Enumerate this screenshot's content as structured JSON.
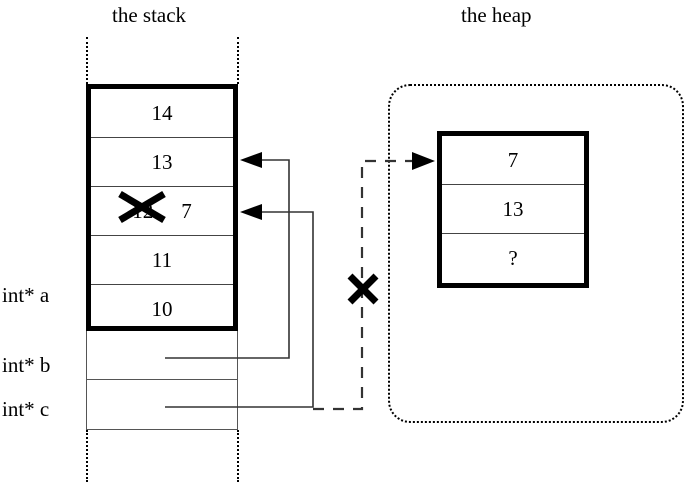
{
  "titles": {
    "stack": "the stack",
    "heap": "the heap"
  },
  "stack": {
    "cells": [
      {
        "value": "14",
        "struck": false
      },
      {
        "value": "13",
        "struck": false
      },
      {
        "value": "12",
        "struck": true,
        "new_value": "7"
      },
      {
        "value": "11",
        "struck": false
      },
      {
        "value": "10",
        "struck": false
      }
    ],
    "pointer_labels": [
      {
        "name": "int* a"
      },
      {
        "name": "int* b"
      },
      {
        "name": "int* c"
      }
    ]
  },
  "heap": {
    "cells": [
      {
        "value": "7"
      },
      {
        "value": "13"
      },
      {
        "value": "?"
      }
    ]
  },
  "annotations": {
    "invalidated_pointer_mark": "X",
    "struck_value_mark": "X"
  },
  "colors": {
    "ink": "#000000",
    "line": "#333333",
    "background": "#ffffff"
  }
}
